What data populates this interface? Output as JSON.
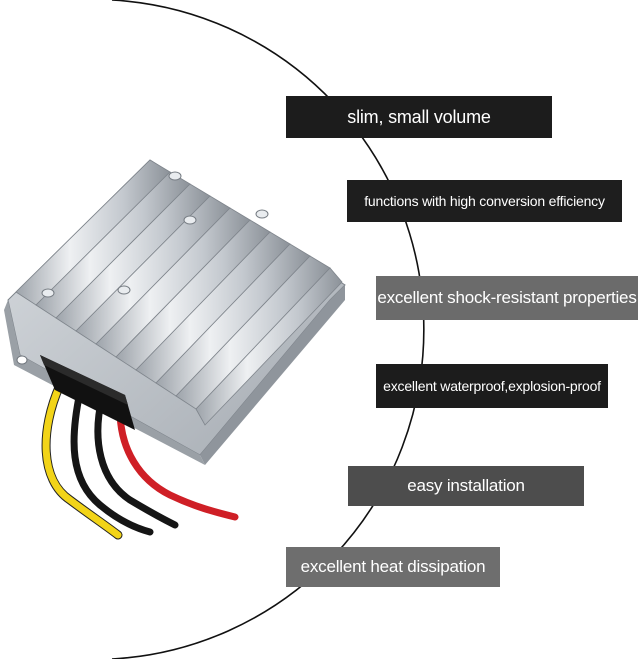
{
  "features": [
    "slim, small volume",
    "functions with high conversion efficiency",
    "excellent shock-resistant properties",
    "excellent waterproof,explosion-proof",
    "easy installation",
    "excellent heat dissipation"
  ],
  "colors": {
    "bar_dark": "#1c1c1c",
    "bar_gray": "#6b6b6b",
    "bar_mid": "#4d4d4d",
    "arc_line": "#111111",
    "wire_yellow": "#f2d418",
    "wire_black": "#151515",
    "wire_red": "#cf1f26",
    "heatsink": "#c9cdd2"
  }
}
